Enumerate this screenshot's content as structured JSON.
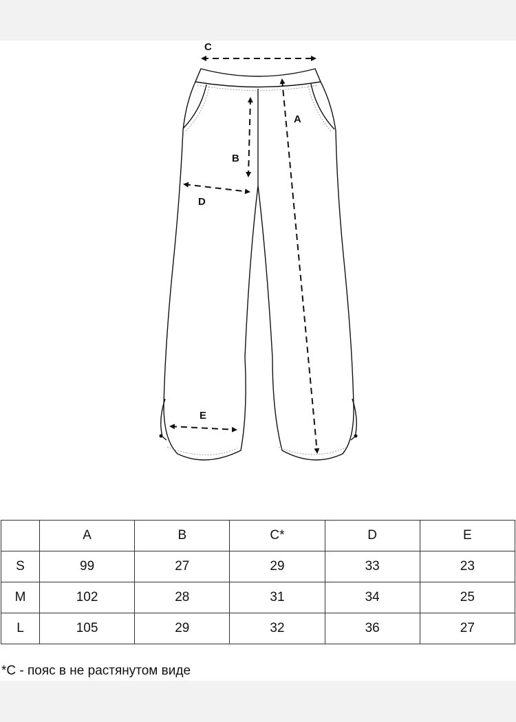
{
  "diagram": {
    "labels": {
      "a": "A",
      "b": "B",
      "c": "C",
      "d": "D",
      "e": "E"
    }
  },
  "table": {
    "headers": [
      "",
      "A",
      "B",
      "C*",
      "D",
      "E"
    ],
    "rows": [
      {
        "size": "S",
        "values": [
          "99",
          "27",
          "29",
          "33",
          "23"
        ]
      },
      {
        "size": "M",
        "values": [
          "102",
          "28",
          "31",
          "34",
          "25"
        ]
      },
      {
        "size": "L",
        "values": [
          "105",
          "29",
          "32",
          "36",
          "27"
        ]
      }
    ]
  },
  "footnote": "*C - пояс в не растянутом виде"
}
